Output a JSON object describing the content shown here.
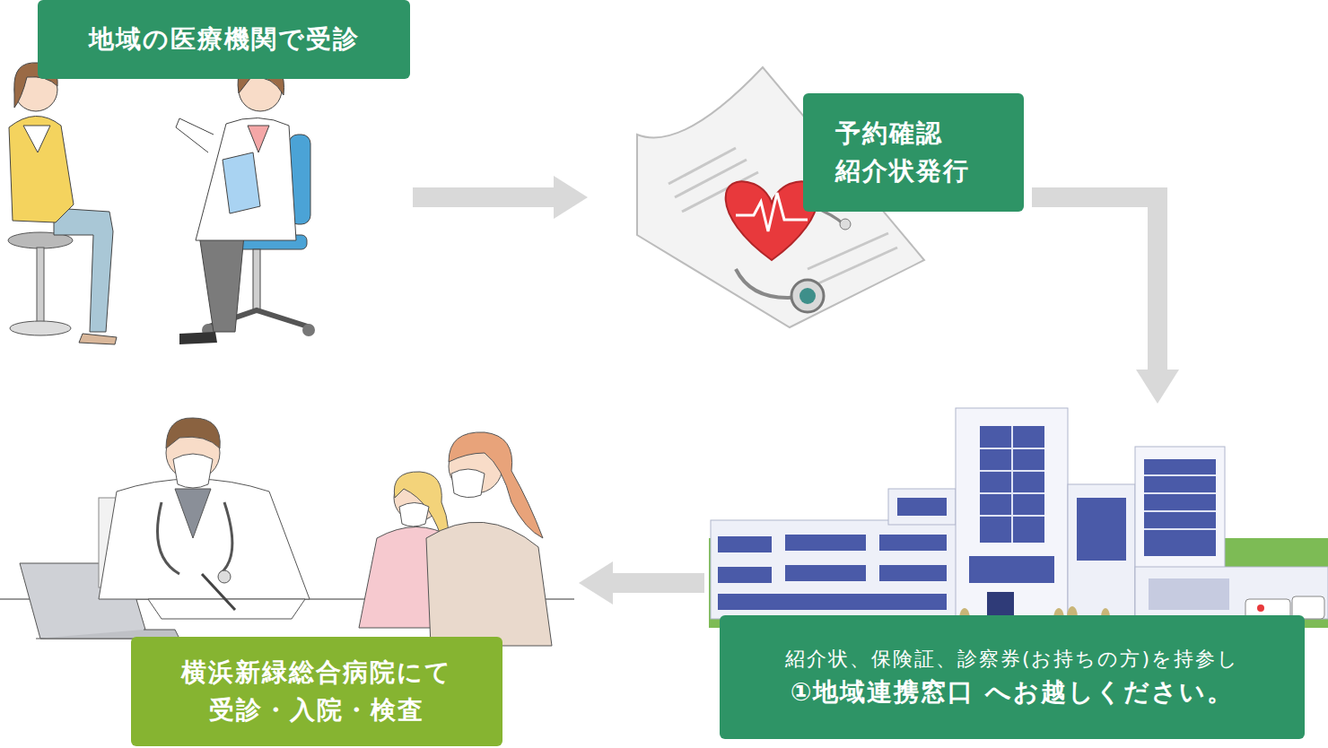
{
  "diagram": {
    "nodes": [
      {
        "text": [
          "地域の医療機関で受診"
        ]
      },
      {
        "text": [
          "予約確認 紹介状発行"
        ]
      },
      {
        "text": [
          "紹介状、保険証、診察券(お持ちの方)を持参し",
          "①地域連携窓口 へお越しください。"
        ]
      },
      {
        "text": [
          "横浜新緑総合病院にて 受診・入院・検査"
        ]
      }
    ],
    "edges": [
      {
        "from": 0,
        "to": 1,
        "arrow": "to"
      },
      {
        "from": 1,
        "to": 2,
        "arrow": "to"
      },
      {
        "from": 2,
        "to": 3,
        "arrow": "to"
      }
    ]
  }
}
